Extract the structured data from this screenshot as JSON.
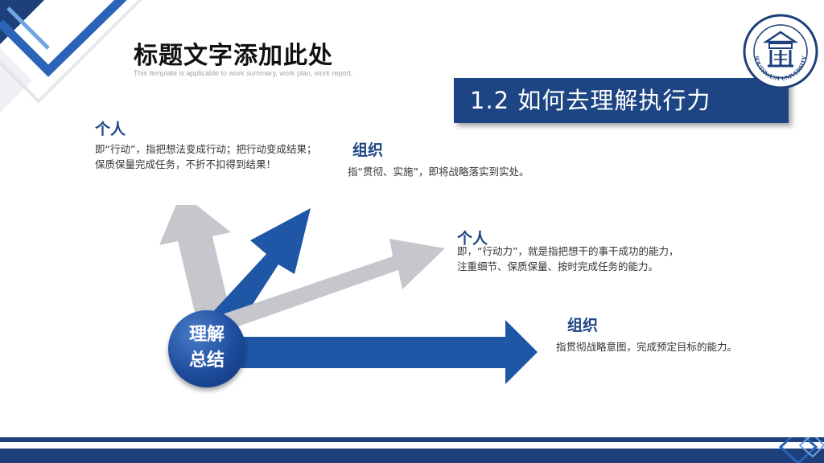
{
  "header": {
    "title": "标题文字添加此处",
    "subtitle": "This template is applicable to work summary, work plan, work report,"
  },
  "banner": {
    "label": "1.2 如何去理解执行力"
  },
  "logo": {
    "text": "SOUTHWEST UNIVERSITY"
  },
  "blocks": [
    {
      "title": "个人",
      "text": "即“行动”，指把想法变成行动；把行动变成结果；保质保量完成任务，不折不扣得到结果！"
    },
    {
      "title": "组织",
      "text": "指“贯彻、实施”，即将战略落实到实处。"
    },
    {
      "title": "个人",
      "text": "即，“行动力”，就是指把想干的事干成功的能力，注重细节、保质保量、按时完成任务的能力。"
    },
    {
      "title": "组织",
      "text": "指贯彻战略意图，完成预定目标的能力。"
    }
  ],
  "summary": {
    "label": "理解\n总结"
  },
  "colors": {
    "primary": "#1d4583",
    "arrow_gray": "#c5c7cc",
    "arrow_blue": "#1f56a6"
  },
  "icons": {
    "logo": "university-seal-icon"
  }
}
